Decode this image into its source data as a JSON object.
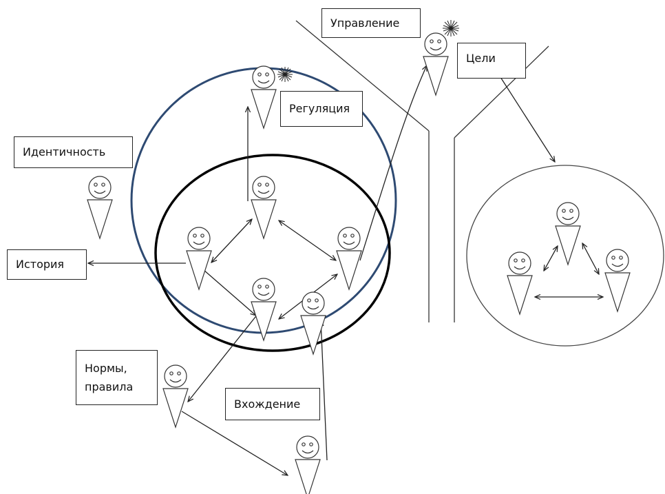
{
  "labels": {
    "upravlenie": "Управление",
    "tseli": "Цели",
    "regulyatsiya": "Регуляция",
    "identichnost": "Идентичность",
    "istoriya": "История",
    "normy_line1": "Нормы,",
    "normy_line2": "правила",
    "vkhozhdenie": "Вхождение"
  },
  "colors": {
    "outer_circle": "#2e4a72",
    "inner_circle": "#000000",
    "line": "#222222",
    "figure": "#333333"
  }
}
